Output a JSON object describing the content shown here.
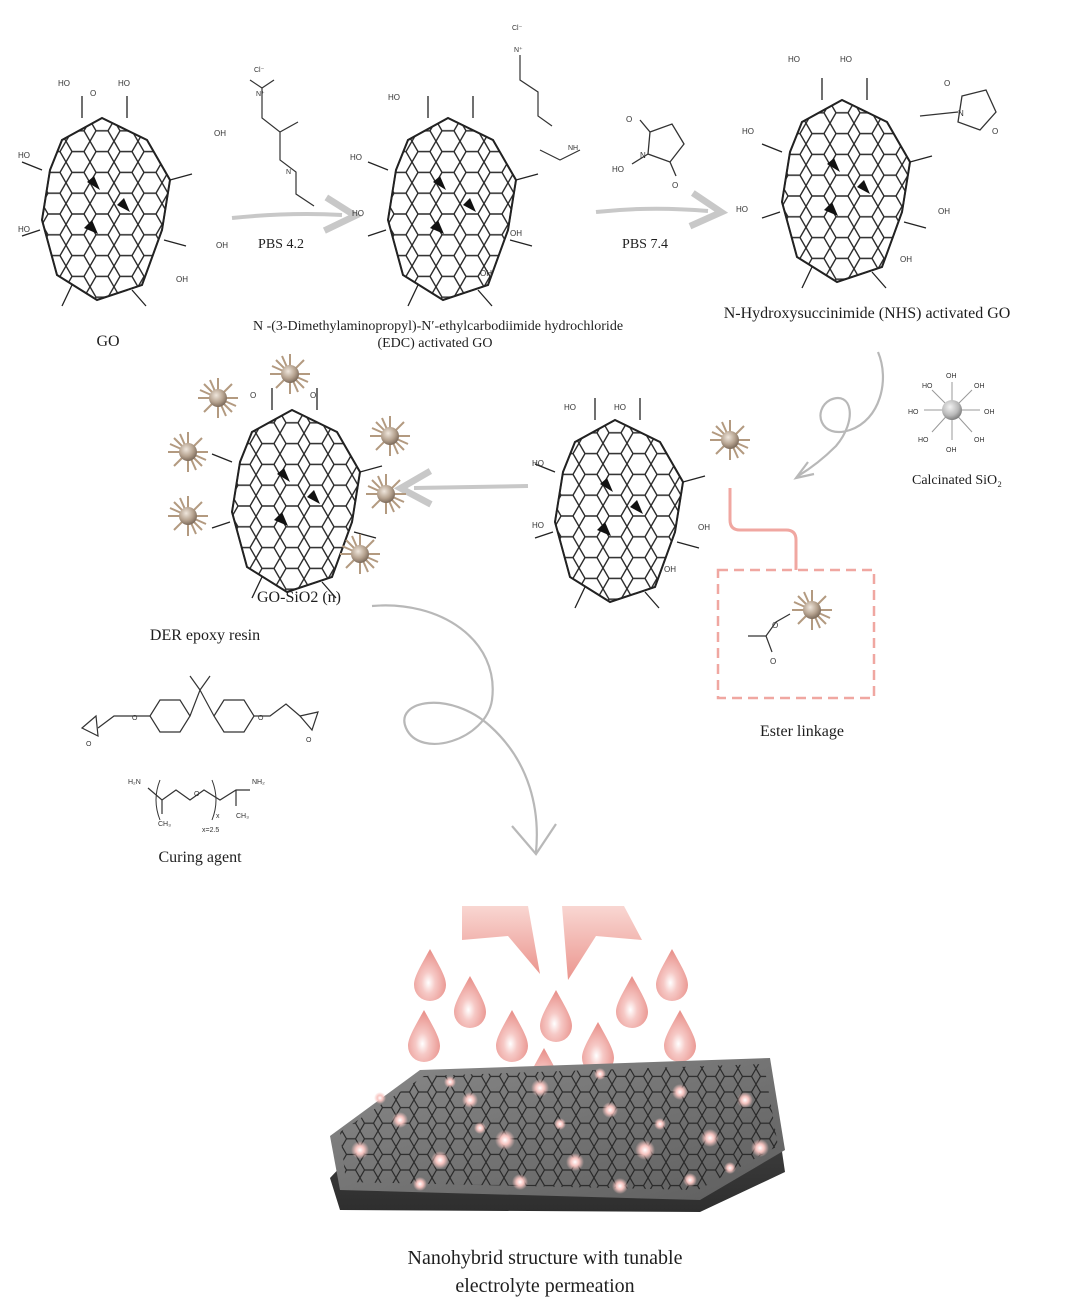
{
  "labels": {
    "go": "GO",
    "pbs_1": "PBS 4.2",
    "pbs_2": "PBS 7.4",
    "edc_line1": "N -(3-Dimethylaminopropyl)-N′-ethylcarbodiimide hydrochloride",
    "edc_line2": "(EDC)  activated GO",
    "nhs_go": "N-Hydroxysuccinimide (NHS)  activated  GO",
    "calcinated_sio2": "Calcinated SiO₂",
    "go_sio2": "GO-SiO2 (n)",
    "der_resin": "DER  epoxy resin",
    "curing_agent": "Curing agent",
    "ester_linkage": "Ester  linkage",
    "nanohybrid_line1": "Nanohybrid structure with tunable",
    "nanohybrid_line2": "electrolyte permeation"
  },
  "chem": {
    "cl_minus": "Cl⁻",
    "n_plus": "N⁺",
    "ho": "HO",
    "oh": "OH",
    "o": "O",
    "n": "N",
    "nh": "NH",
    "h2n": "H₂N",
    "nh2": "NH₂",
    "ch3": "CH₃",
    "x": "x",
    "x_value": "x=2.5"
  },
  "colors": {
    "arrow": "#c8c8c8",
    "sio2_particle": "#b9a796",
    "sio2_ray": "#b39a80",
    "ester_link": "#f0a7a1",
    "droplet": "#f2b6b2",
    "membrane": "#5a5a5a"
  }
}
